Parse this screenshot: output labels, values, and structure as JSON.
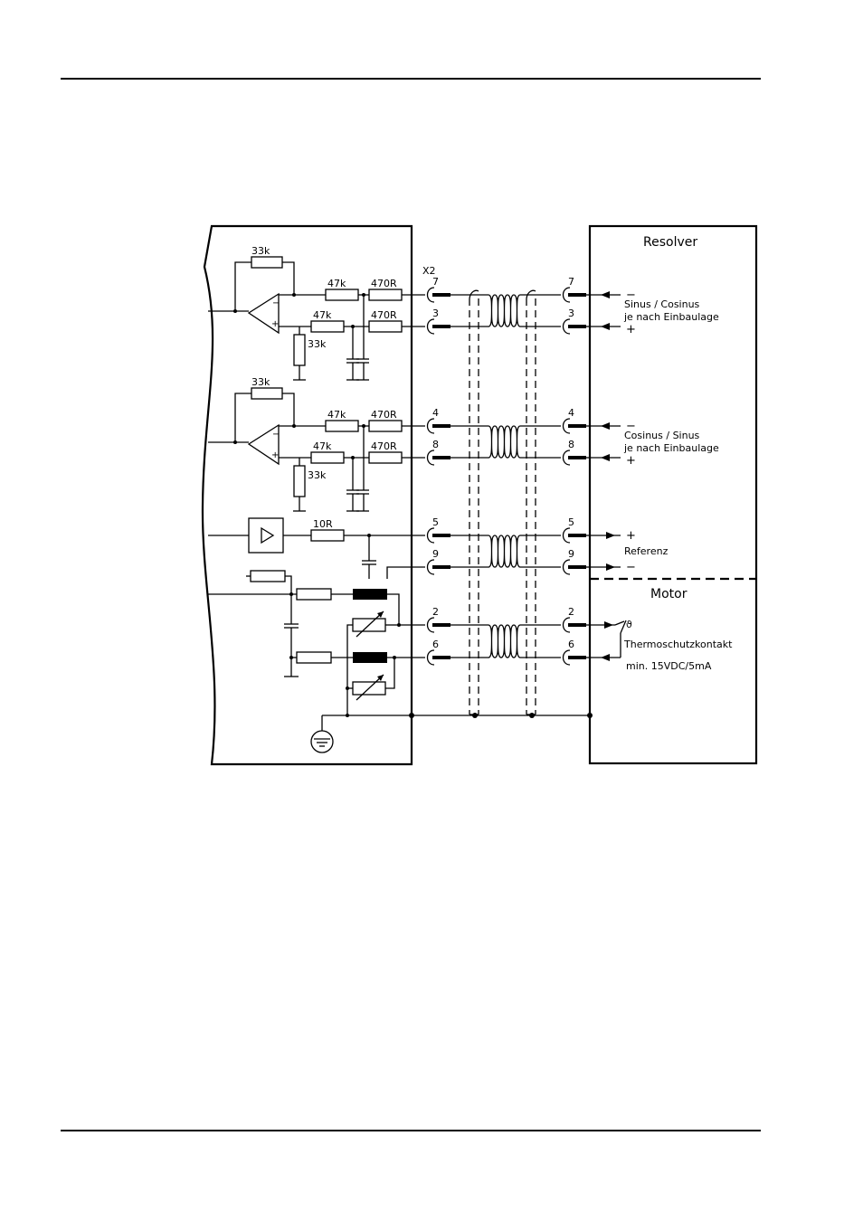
{
  "labels": {
    "resolver": "Resolver",
    "motor": "Motor",
    "connector": "X2",
    "sin_cos": "Sinus / Cosinus",
    "cos_sin": "Cosinus / Sinus",
    "mounting": "je nach Einbaulage",
    "referenz": "Referenz",
    "thermo": "Thermoschutzkontakt",
    "thermo_rating": "min. 15VDC/5mA",
    "plus": "+",
    "minus": "−",
    "theta": "ϑ"
  },
  "components": {
    "r_feedback": "33k",
    "r_input": "47k",
    "r_series": "470R",
    "r_bias": "33k",
    "r_ref": "10R"
  },
  "pins": [
    "7",
    "3",
    "4",
    "8",
    "5",
    "9",
    "2",
    "6"
  ]
}
